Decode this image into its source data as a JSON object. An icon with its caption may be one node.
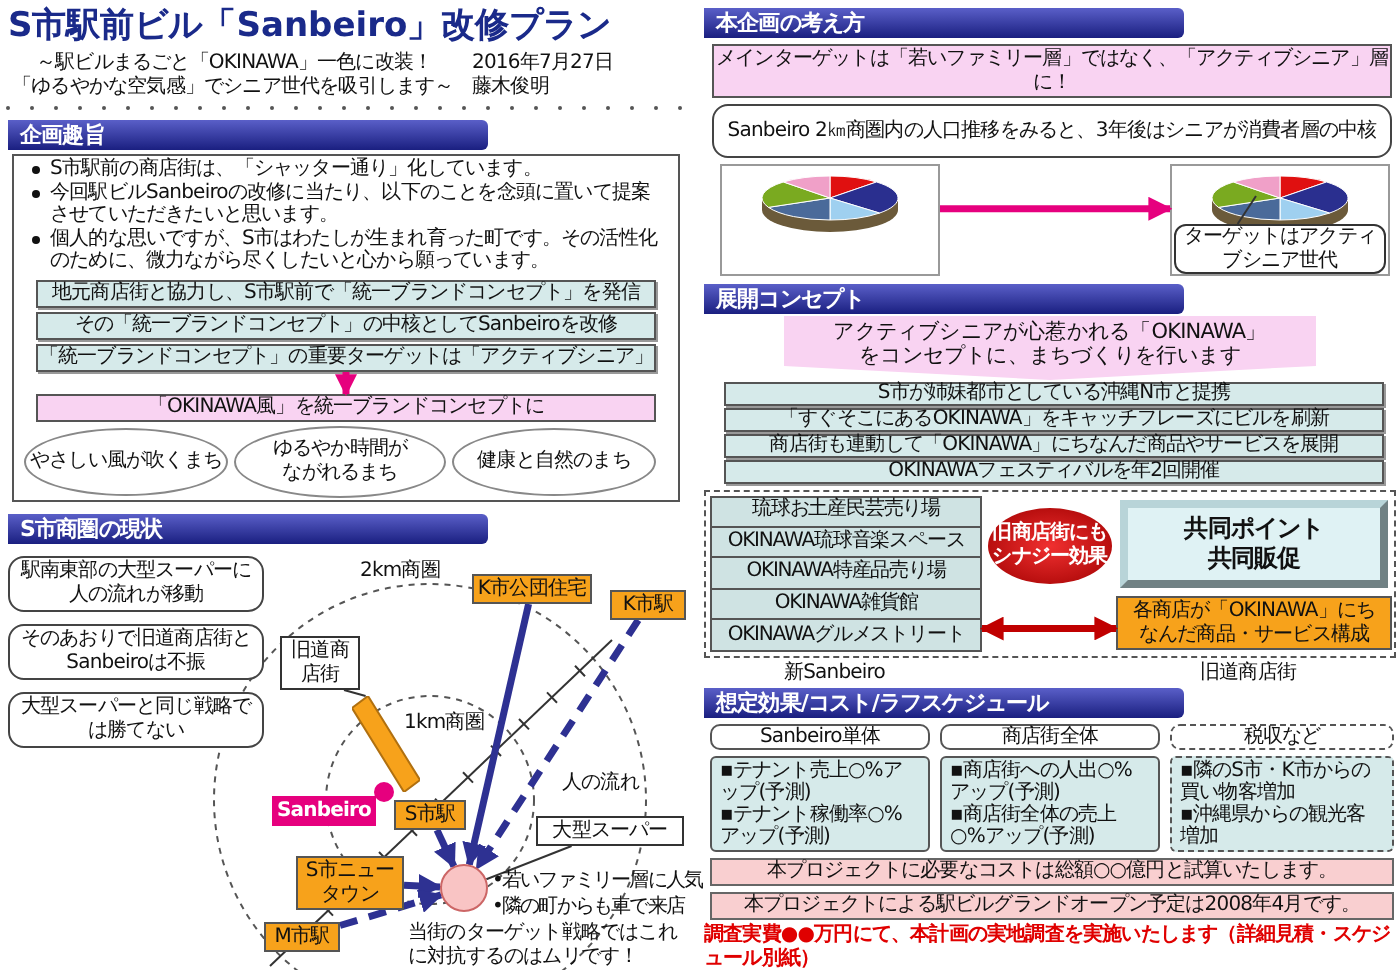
{
  "diagram": {
    "title": "S市駅前ビル「Sanbeiro」改修プラン",
    "nodes": [
      {
        "text": [
          "企画趣旨"
        ]
      },
      {
        "text": [
          "S市駅前の商店街は、「シャッター通り」化しています。",
          "今回駅ビルSanbeiroの改修に当たり、以下のことを念頭に置いて提案させていただきたいと思います。",
          "個人的な思いですが、S市はわたしが生まれ育った町です。その活性化のために、微力ながら尽くしたいと心から願っています。"
        ]
      },
      {
        "text": [
          "地元商店街と協力し、S市駅前で「統一ブランドコンセプト」を発信"
        ],
        "in": 1
      },
      {
        "text": [
          "その「統一ブランドコンセプト」の中核としてSanbeiroを改修"
        ],
        "in": 1
      },
      {
        "text": [
          "「統一ブランドコンセプト」の重要ターゲットは「アクティブシニア」"
        ],
        "in": 1
      },
      {
        "text": [
          "「OKINAWA風」を統一ブランドコンセプトに"
        ],
        "in": 1
      },
      {
        "text": [
          "やさしい風が吹くまち"
        ],
        "in": 1
      },
      {
        "text": [
          "ゆるやか時間がながれるまち"
        ],
        "in": 1
      },
      {
        "text": [
          "健康と自然のまち"
        ],
        "in": 1
      },
      {
        "text": [
          "S市商圏の現状"
        ]
      },
      {
        "text": [
          "駅南東部の大型スーパーに人の流れが移動"
        ]
      },
      {
        "text": [
          "そのあおりで旧道商店街とSanbeiroは不振"
        ]
      },
      {
        "text": [
          "大型スーパーと同じ戦略では勝てない"
        ]
      },
      {
        "text": [
          "旧道商店街"
        ]
      },
      {
        "text": [],
        "shape": "bar"
      },
      {
        "text": [
          "K市公団住宅"
        ]
      },
      {
        "text": [
          "K市駅"
        ]
      },
      {
        "text": [
          "S市駅"
        ]
      },
      {
        "text": [
          "Sanbeiro"
        ]
      },
      {
        "text": [
          "S市ニュータウン"
        ]
      },
      {
        "text": [
          "M市駅"
        ]
      },
      {
        "text": [],
        "shape": "circle"
      },
      {
        "text": [
          "大型スーパー"
        ]
      },
      {
        "text": [
          "本企画の考え方"
        ]
      },
      {
        "text": [
          "メインターゲットは「若いファミリー層」ではなく、「アクティブシニア」層に！"
        ]
      },
      {
        "text": [
          "Sanbeiro 2㎞商圏内の人口推移をみると、3年後はシニアが消費者層の中核"
        ]
      },
      {
        "text": [],
        "shape": "picture"
      },
      {
        "text": [],
        "shape": "picture"
      },
      {
        "text": [
          "ターゲットはアクティブシニア世代"
        ],
        "in": 27
      },
      {
        "text": [
          "展開コンセプト"
        ]
      },
      {
        "text": [
          "アクティブシニアが心惹かれる「OKINAWA」をコンセプトに、まちづくりを行います"
        ]
      },
      {
        "text": [
          "S市が姉妹都市としている沖縄N市と提携"
        ]
      },
      {
        "text": [
          "「すぐそこにあるOKINAWA」をキャッチフレーズにビルを刷新"
        ]
      },
      {
        "text": [
          "商店街も連動して「OKINAWA」にちなんだ商品やサービスを展開"
        ]
      },
      {
        "text": [
          "OKINAWAフェスティバルを年2回開催"
        ]
      },
      {
        "text": [],
        "shape": "box"
      },
      {
        "text": [],
        "shape": "box",
        "in": 35,
        "beside": [
          "新Sanbeiro"
        ]
      },
      {
        "text": [
          "琉球お土産民芸売り場"
        ],
        "in": 36
      },
      {
        "text": [
          "OKINAWA琉球音楽スペース"
        ],
        "in": 36
      },
      {
        "text": [
          "OKINAWA特産品売り場"
        ],
        "in": 36
      },
      {
        "text": [
          "OKINAWA雑貨館"
        ],
        "in": 36
      },
      {
        "text": [
          "OKINAWAグルメストリート"
        ],
        "in": 36
      },
      {
        "text": [
          "旧商店街にもシナジー効果"
        ],
        "in": 35
      },
      {
        "text": [
          "共同ポイント共同販促"
        ],
        "in": 35
      },
      {
        "text": [
          "各商店が「OKINAWA」にちなんだ商品・サービス構成"
        ],
        "in": 35,
        "beside": [
          "旧道商店街"
        ]
      },
      {
        "text": [
          "想定効果/コスト/ラフスケジュール"
        ]
      },
      {
        "text": [
          "Sanbeiro単体"
        ]
      },
      {
        "text": [
          "商店街全体"
        ]
      },
      {
        "text": [
          "税収など"
        ]
      },
      {
        "text": [
          "▪テナント売上○%アップ(予測)",
          "▪テナント稼働率○%アップ(予測)"
        ]
      },
      {
        "text": [
          "▪商店街への人出○%アップ(予測)",
          "▪商店街全体の売上○%アップ(予測)"
        ]
      },
      {
        "text": [
          "▪隣のS市・K市からの買い物客増加",
          "▪沖縄県からの観光客増加"
        ]
      },
      {
        "text": [
          "本プロジェクトに必要なコストは総額○○億円と試算いたします。"
        ]
      },
      {
        "text": [
          "本プロジェクトによる駅ビルグランドオープン予定は2008年4月です。"
        ]
      }
    ],
    "edges": [
      {
        "from": 4,
        "to": 5,
        "arrow": "to",
        "color": "#e6007e"
      },
      {
        "from": 13,
        "to": 14,
        "arrow": "none",
        "color": "#333333"
      },
      {
        "from": 15,
        "to": 21,
        "arrow": "to"
      },
      {
        "from": 17,
        "to": 21,
        "arrow": "to"
      },
      {
        "from": 19,
        "to": 21,
        "arrow": "to"
      },
      {
        "from": 20,
        "to": 21,
        "arrow": "to",
        "style": "dashed"
      },
      {
        "from": 16,
        "to": 21,
        "arrow": "to",
        "style": "dashed"
      },
      {
        "from": 22,
        "to": 21,
        "arrow": "none",
        "color": "#333333"
      },
      {
        "from": 26,
        "to": 27,
        "arrow": "to",
        "color": "#e6007e"
      },
      {
        "from": 28,
        "to": null,
        "arrow": "none",
        "color": "#333333"
      },
      {
        "from": 36,
        "to": 44,
        "arrow": "both",
        "color": "#c00000"
      }
    ],
    "labels": [
      "～駅ビルまるごと「OKINAWA」一色に改装！",
      "「ゆるやかな空気感」でシニア世代を吸引します～",
      "2016年7月27日",
      "藤木俊明",
      "2km商圏",
      "1km商圏",
      "人の流れ",
      "•若いファミリー層に人気",
      "•隣の町からも車で来店",
      "当街のターゲット戦略ではこれに対抗するのはムリです！",
      "調査実費●●万円にて、本計画の実地調査を実施いたします（詳細見積・スケジュール別紙）"
    ]
  }
}
